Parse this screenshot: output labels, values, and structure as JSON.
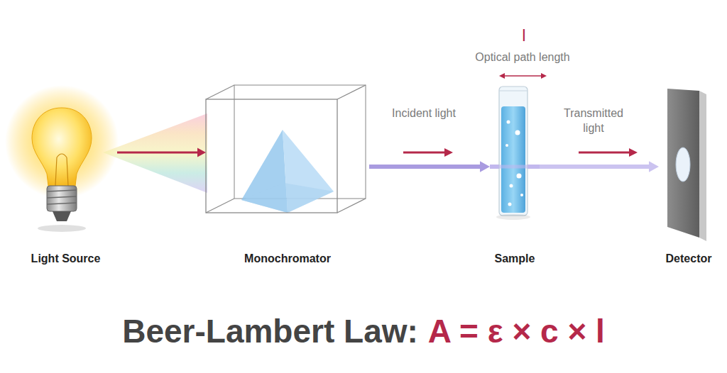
{
  "diagram": {
    "title": "Beer-Lambert Law:",
    "nodes": [
      {
        "text": [
          "Light Source"
        ]
      },
      {
        "text": [
          "Monochromator"
        ]
      },
      {
        "text": [
          "Sample"
        ]
      },
      {
        "text": [
          "Detector"
        ]
      }
    ],
    "edges": [
      {
        "from": 0,
        "to": 1,
        "arrow": "to"
      },
      {
        "from": 1,
        "to": 2,
        "label": "Incident light",
        "arrow": "to"
      },
      {
        "from": 2,
        "to": 3,
        "label": "Transmitted light",
        "arrow": "to"
      }
    ],
    "labels": [
      "l",
      "Optical path length",
      "A = ε × c × l"
    ]
  }
}
